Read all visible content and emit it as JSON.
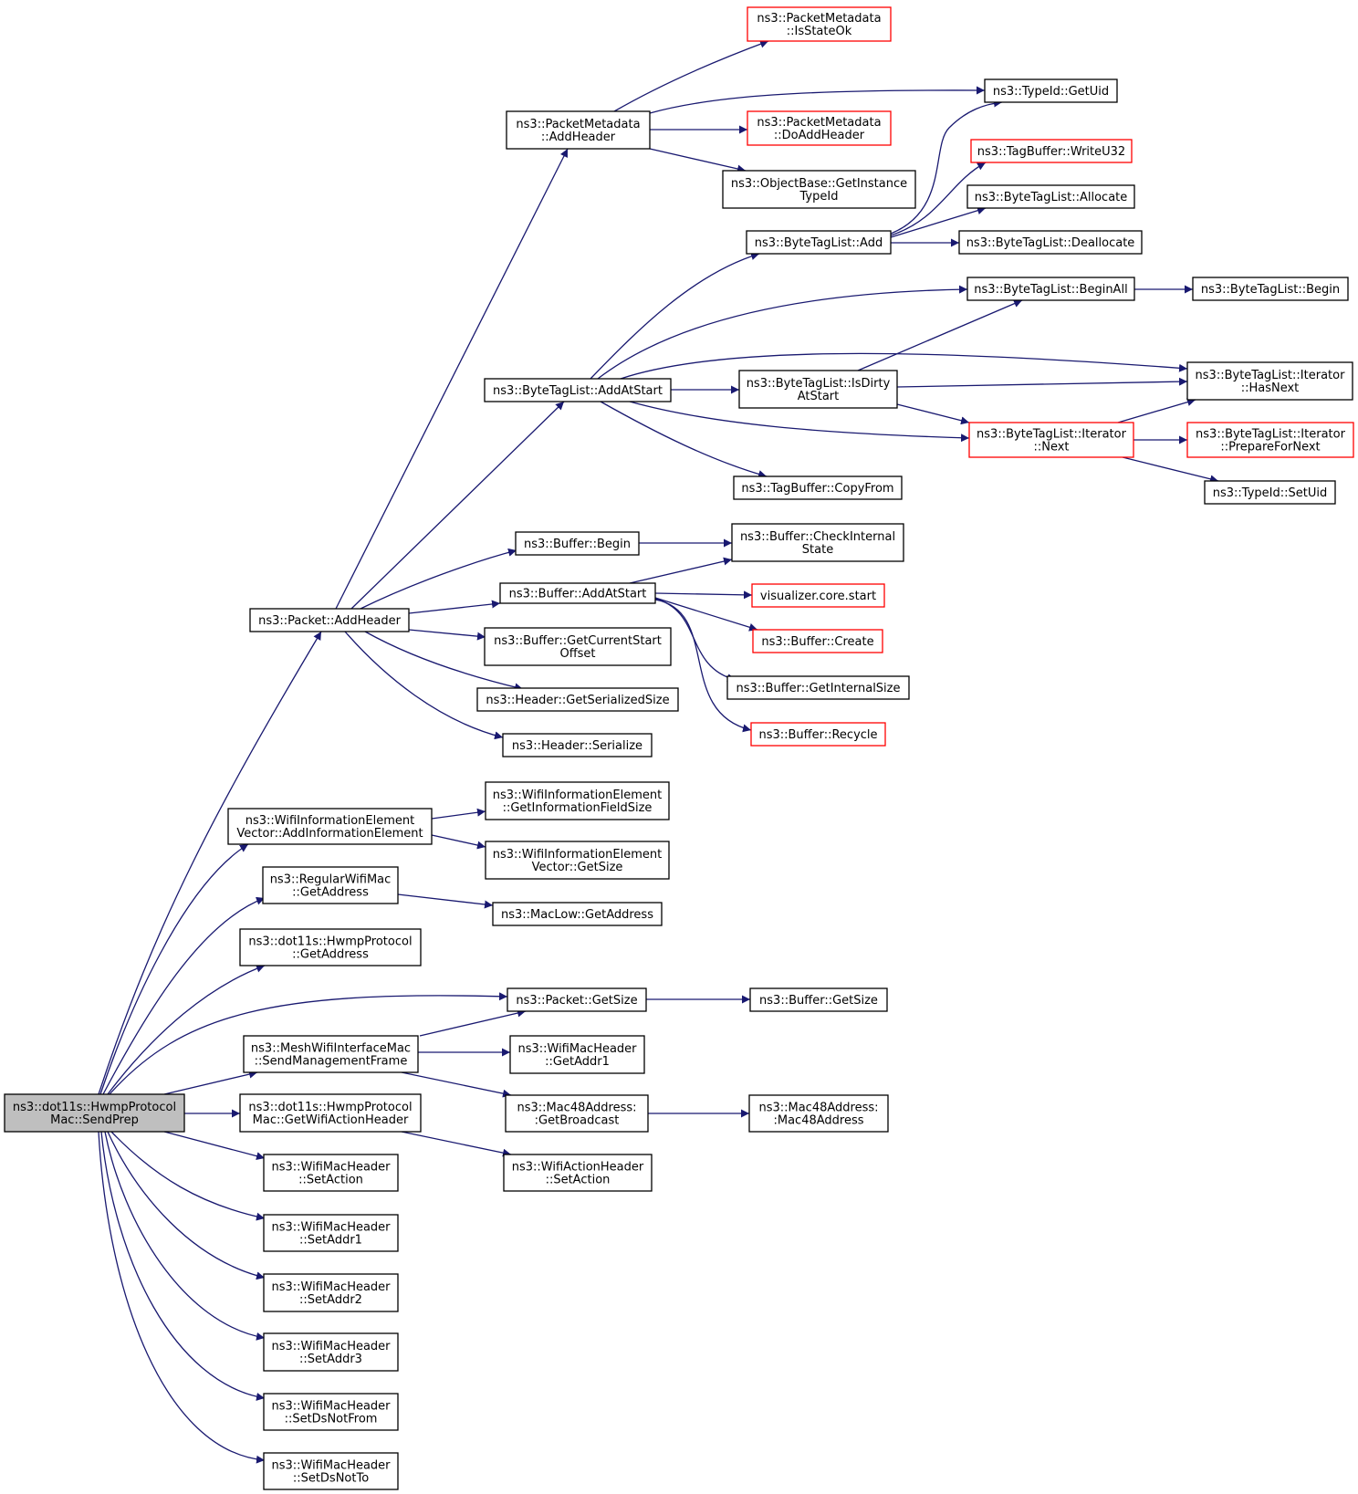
{
  "colors": {
    "edge": "#191970",
    "node_border": "#000000",
    "node_border_incomplete": "#ff0000",
    "node_fill": "#ffffff",
    "root_fill": "#bfbfbf",
    "text": "#000000"
  },
  "nodes": [
    {
      "id": "send_prep",
      "lines": [
        "ns3::dot11s::HwmpProtocol",
        "Mac::SendPrep"
      ],
      "style": "root"
    },
    {
      "id": "pm_addheader",
      "lines": [
        "ns3::PacketMetadata",
        "::AddHeader"
      ],
      "style": "normal"
    },
    {
      "id": "pm_isstateok",
      "lines": [
        "ns3::PacketMetadata",
        "::IsStateOk"
      ],
      "style": "red"
    },
    {
      "id": "typeid_getuid",
      "lines": [
        "ns3::TypeId::GetUid"
      ],
      "style": "normal"
    },
    {
      "id": "pm_doaddheader",
      "lines": [
        "ns3::PacketMetadata",
        "::DoAddHeader"
      ],
      "style": "red"
    },
    {
      "id": "ob_getinstancetypeid",
      "lines": [
        "ns3::ObjectBase::GetInstance",
        "TypeId"
      ],
      "style": "normal"
    },
    {
      "id": "tb_writeu32",
      "lines": [
        "ns3::TagBuffer::WriteU32"
      ],
      "style": "red"
    },
    {
      "id": "btl_allocate",
      "lines": [
        "ns3::ByteTagList::Allocate"
      ],
      "style": "normal"
    },
    {
      "id": "btl_add",
      "lines": [
        "ns3::ByteTagList::Add"
      ],
      "style": "normal"
    },
    {
      "id": "btl_deallocate",
      "lines": [
        "ns3::ByteTagList::Deallocate"
      ],
      "style": "normal"
    },
    {
      "id": "btl_beginall",
      "lines": [
        "ns3::ByteTagList::BeginAll"
      ],
      "style": "normal"
    },
    {
      "id": "btl_begin",
      "lines": [
        "ns3::ByteTagList::Begin"
      ],
      "style": "normal"
    },
    {
      "id": "btl_it_hasnext",
      "lines": [
        "ns3::ByteTagList::Iterator",
        "::HasNext"
      ],
      "style": "normal"
    },
    {
      "id": "btl_addatstart",
      "lines": [
        "ns3::ByteTagList::AddAtStart"
      ],
      "style": "normal"
    },
    {
      "id": "btl_isdirtyatstart",
      "lines": [
        "ns3::ByteTagList::IsDirty",
        "AtStart"
      ],
      "style": "normal"
    },
    {
      "id": "btl_it_next",
      "lines": [
        "ns3::ByteTagList::Iterator",
        "::Next"
      ],
      "style": "red"
    },
    {
      "id": "btl_it_prepare",
      "lines": [
        "ns3::ByteTagList::Iterator",
        "::PrepareForNext"
      ],
      "style": "red"
    },
    {
      "id": "typeid_setuid",
      "lines": [
        "ns3::TypeId::SetUid"
      ],
      "style": "normal"
    },
    {
      "id": "tb_copyfrom",
      "lines": [
        "ns3::TagBuffer::CopyFrom"
      ],
      "style": "normal"
    },
    {
      "id": "buf_begin",
      "lines": [
        "ns3::Buffer::Begin"
      ],
      "style": "normal"
    },
    {
      "id": "buf_checkinternal",
      "lines": [
        "ns3::Buffer::CheckInternal",
        "State"
      ],
      "style": "normal"
    },
    {
      "id": "buf_addatstart",
      "lines": [
        "ns3::Buffer::AddAtStart"
      ],
      "style": "normal"
    },
    {
      "id": "viz_core_start",
      "lines": [
        "visualizer.core.start"
      ],
      "style": "red"
    },
    {
      "id": "pkt_addheader",
      "lines": [
        "ns3::Packet::AddHeader"
      ],
      "style": "normal"
    },
    {
      "id": "buf_create",
      "lines": [
        "ns3::Buffer::Create"
      ],
      "style": "red"
    },
    {
      "id": "buf_getcurrentstart",
      "lines": [
        "ns3::Buffer::GetCurrentStart",
        "Offset"
      ],
      "style": "normal"
    },
    {
      "id": "buf_getinternalsize",
      "lines": [
        "ns3::Buffer::GetInternalSize"
      ],
      "style": "normal"
    },
    {
      "id": "hdr_getserializedsize",
      "lines": [
        "ns3::Header::GetSerializedSize"
      ],
      "style": "normal"
    },
    {
      "id": "buf_recycle",
      "lines": [
        "ns3::Buffer::Recycle"
      ],
      "style": "red"
    },
    {
      "id": "hdr_serialize",
      "lines": [
        "ns3::Header::Serialize"
      ],
      "style": "normal"
    },
    {
      "id": "wiev_addie",
      "lines": [
        "ns3::WifiInformationElement",
        "Vector::AddInformationElement"
      ],
      "style": "normal"
    },
    {
      "id": "wie_getinfofieldsize",
      "lines": [
        "ns3::WifiInformationElement",
        "::GetInformationFieldSize"
      ],
      "style": "normal"
    },
    {
      "id": "wiev_getsize",
      "lines": [
        "ns3::WifiInformationElement",
        "Vector::GetSize"
      ],
      "style": "normal"
    },
    {
      "id": "rwm_getaddress",
      "lines": [
        "ns3::RegularWifiMac",
        "::GetAddress"
      ],
      "style": "normal"
    },
    {
      "id": "maclow_getaddress",
      "lines": [
        "ns3::MacLow::GetAddress"
      ],
      "style": "normal"
    },
    {
      "id": "hwmp_getaddress",
      "lines": [
        "ns3::dot11s::HwmpProtocol",
        "::GetAddress"
      ],
      "style": "normal"
    },
    {
      "id": "pkt_getsize",
      "lines": [
        "ns3::Packet::GetSize"
      ],
      "style": "normal"
    },
    {
      "id": "buf_getsize",
      "lines": [
        "ns3::Buffer::GetSize"
      ],
      "style": "normal"
    },
    {
      "id": "mwim_sendmgmt",
      "lines": [
        "ns3::MeshWifiInterfaceMac",
        "::SendManagementFrame"
      ],
      "style": "normal"
    },
    {
      "id": "wmh_getaddr1",
      "lines": [
        "ns3::WifiMacHeader",
        "::GetAddr1"
      ],
      "style": "normal"
    },
    {
      "id": "hwmpmac_getwifiaction",
      "lines": [
        "ns3::dot11s::HwmpProtocol",
        "Mac::GetWifiActionHeader"
      ],
      "style": "normal"
    },
    {
      "id": "m48_getbroadcast",
      "lines": [
        "ns3::Mac48Address:",
        ":GetBroadcast"
      ],
      "style": "normal"
    },
    {
      "id": "m48_ctor",
      "lines": [
        "ns3::Mac48Address:",
        ":Mac48Address"
      ],
      "style": "normal"
    },
    {
      "id": "wmh_setaction",
      "lines": [
        "ns3::WifiMacHeader",
        "::SetAction"
      ],
      "style": "normal"
    },
    {
      "id": "wah_setaction",
      "lines": [
        "ns3::WifiActionHeader",
        "::SetAction"
      ],
      "style": "normal"
    },
    {
      "id": "wmh_setaddr1",
      "lines": [
        "ns3::WifiMacHeader",
        "::SetAddr1"
      ],
      "style": "normal"
    },
    {
      "id": "wmh_setaddr2",
      "lines": [
        "ns3::WifiMacHeader",
        "::SetAddr2"
      ],
      "style": "normal"
    },
    {
      "id": "wmh_setaddr3",
      "lines": [
        "ns3::WifiMacHeader",
        "::SetAddr3"
      ],
      "style": "normal"
    },
    {
      "id": "wmh_setdsnotfrom",
      "lines": [
        "ns3::WifiMacHeader",
        "::SetDsNotFrom"
      ],
      "style": "normal"
    },
    {
      "id": "wmh_setdsnotto",
      "lines": [
        "ns3::WifiMacHeader",
        "::SetDsNotTo"
      ],
      "style": "normal"
    }
  ],
  "edges": [
    {
      "from": "send_prep",
      "to": "pkt_addheader"
    },
    {
      "from": "send_prep",
      "to": "wiev_addie"
    },
    {
      "from": "send_prep",
      "to": "rwm_getaddress"
    },
    {
      "from": "send_prep",
      "to": "hwmp_getaddress"
    },
    {
      "from": "send_prep",
      "to": "pkt_getsize"
    },
    {
      "from": "send_prep",
      "to": "mwim_sendmgmt"
    },
    {
      "from": "send_prep",
      "to": "hwmpmac_getwifiaction"
    },
    {
      "from": "send_prep",
      "to": "wmh_setaction"
    },
    {
      "from": "send_prep",
      "to": "wmh_setaddr1"
    },
    {
      "from": "send_prep",
      "to": "wmh_setaddr2"
    },
    {
      "from": "send_prep",
      "to": "wmh_setaddr3"
    },
    {
      "from": "send_prep",
      "to": "wmh_setdsnotfrom"
    },
    {
      "from": "send_prep",
      "to": "wmh_setdsnotto"
    },
    {
      "from": "pkt_addheader",
      "to": "pm_addheader"
    },
    {
      "from": "pkt_addheader",
      "to": "btl_addatstart"
    },
    {
      "from": "pkt_addheader",
      "to": "buf_begin"
    },
    {
      "from": "pkt_addheader",
      "to": "buf_addatstart"
    },
    {
      "from": "pkt_addheader",
      "to": "buf_getcurrentstart"
    },
    {
      "from": "pkt_addheader",
      "to": "hdr_getserializedsize"
    },
    {
      "from": "pkt_addheader",
      "to": "hdr_serialize"
    },
    {
      "from": "pm_addheader",
      "to": "pm_isstateok"
    },
    {
      "from": "pm_addheader",
      "to": "typeid_getuid"
    },
    {
      "from": "pm_addheader",
      "to": "pm_doaddheader"
    },
    {
      "from": "pm_addheader",
      "to": "ob_getinstancetypeid"
    },
    {
      "from": "btl_addatstart",
      "to": "btl_add"
    },
    {
      "from": "btl_addatstart",
      "to": "btl_beginall"
    },
    {
      "from": "btl_addatstart",
      "to": "btl_it_hasnext"
    },
    {
      "from": "btl_addatstart",
      "to": "btl_isdirtyatstart"
    },
    {
      "from": "btl_addatstart",
      "to": "btl_it_next"
    },
    {
      "from": "btl_addatstart",
      "to": "tb_copyfrom"
    },
    {
      "from": "btl_add",
      "to": "typeid_getuid"
    },
    {
      "from": "btl_add",
      "to": "tb_writeu32"
    },
    {
      "from": "btl_add",
      "to": "btl_allocate"
    },
    {
      "from": "btl_add",
      "to": "btl_deallocate"
    },
    {
      "from": "btl_beginall",
      "to": "btl_begin"
    },
    {
      "from": "btl_isdirtyatstart",
      "to": "btl_beginall"
    },
    {
      "from": "btl_isdirtyatstart",
      "to": "btl_it_hasnext"
    },
    {
      "from": "btl_isdirtyatstart",
      "to": "btl_it_next"
    },
    {
      "from": "btl_it_next",
      "to": "btl_it_hasnext"
    },
    {
      "from": "btl_it_next",
      "to": "btl_it_prepare"
    },
    {
      "from": "btl_it_next",
      "to": "typeid_setuid"
    },
    {
      "from": "buf_begin",
      "to": "buf_checkinternal"
    },
    {
      "from": "buf_addatstart",
      "to": "buf_checkinternal"
    },
    {
      "from": "buf_addatstart",
      "to": "viz_core_start"
    },
    {
      "from": "buf_addatstart",
      "to": "buf_create"
    },
    {
      "from": "buf_addatstart",
      "to": "buf_getinternalsize"
    },
    {
      "from": "buf_addatstart",
      "to": "buf_recycle"
    },
    {
      "from": "wiev_addie",
      "to": "wie_getinfofieldsize"
    },
    {
      "from": "wiev_addie",
      "to": "wiev_getsize"
    },
    {
      "from": "rwm_getaddress",
      "to": "maclow_getaddress"
    },
    {
      "from": "pkt_getsize",
      "to": "buf_getsize"
    },
    {
      "from": "mwim_sendmgmt",
      "to": "pkt_getsize"
    },
    {
      "from": "mwim_sendmgmt",
      "to": "wmh_getaddr1"
    },
    {
      "from": "mwim_sendmgmt",
      "to": "m48_getbroadcast"
    },
    {
      "from": "m48_getbroadcast",
      "to": "m48_ctor"
    },
    {
      "from": "hwmpmac_getwifiaction",
      "to": "wah_setaction"
    }
  ]
}
